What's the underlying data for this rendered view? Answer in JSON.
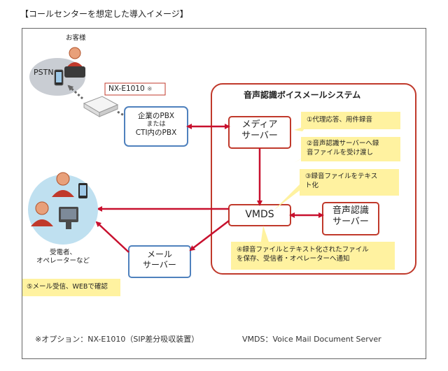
{
  "heading": "【コールセンターを想定した導入イメージ】",
  "system_title": "音声認識ボイスメールシステム",
  "customer_label": "お客様",
  "pstn_label": "PSTN",
  "adapter_label": "NX-E1010",
  "adapter_mark": "※",
  "pbx_box": [
    "企業のPBX",
    "または",
    "CTI内のPBX"
  ],
  "media_server_box": [
    "メディア",
    "サーバー"
  ],
  "vmds_box": "VMDS",
  "speech_server_box": [
    "音声認識",
    "サーバー"
  ],
  "mail_server_box": [
    "メール",
    "サーバー"
  ],
  "operator_label": [
    "受電者、",
    "オペレーターなど"
  ],
  "notes": {
    "n1": "①代理応答、用件録音",
    "n2": [
      "②音声認識サーバーへ録",
      "音ファイルを受け渡し"
    ],
    "n3": [
      "③録音ファイルをテキス",
      "ト化"
    ],
    "n4": [
      "④録音ファイルとテキスト化されたファイル",
      "を保存、受信者・オペレーターへ通知"
    ],
    "n5": "⑤メール受信、WEBで確認"
  },
  "footer_left": "※オプション：NX-E1010（SIP差分吸収装置）",
  "footer_right": "VMDS：Voice Mail Document Server",
  "colors": {
    "arrow_red": "#c8102e",
    "system_border": "#c0392b",
    "pbx_border": "#4f81bd",
    "note_fill": "#fff2a0",
    "customer_circle": "#c9cdd3",
    "operator_circle": "#bfe0f0"
  }
}
